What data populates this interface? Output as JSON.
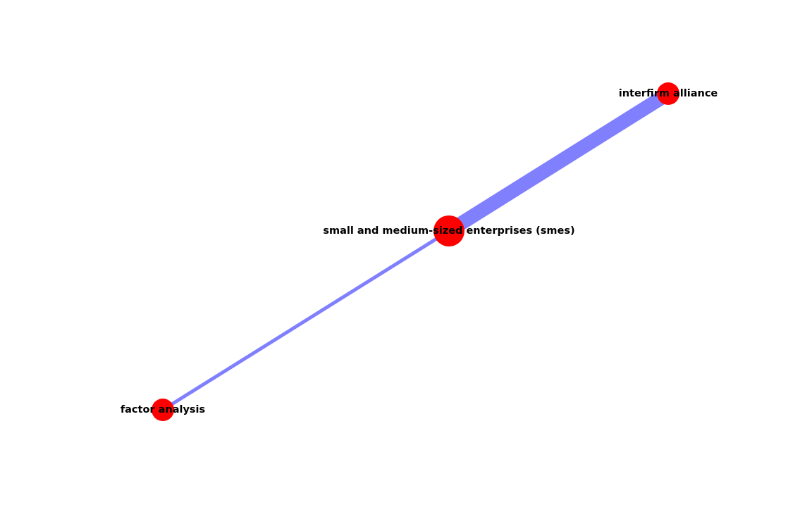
{
  "graph": {
    "nodes": [
      {
        "id": "smes",
        "label": "small and medium-sized enterprises (smes)",
        "color": "#ff0000",
        "size": "large"
      },
      {
        "id": "interfirm",
        "label": "interfirm alliance",
        "color": "#ff0000",
        "size": "medium"
      },
      {
        "id": "factor",
        "label": "factor analysis",
        "color": "#ff0000",
        "size": "medium"
      }
    ],
    "edges": [
      {
        "source": "smes",
        "target": "interfirm",
        "weight": "heavy",
        "color": "#8080ff"
      },
      {
        "source": "smes",
        "target": "factor",
        "weight": "light",
        "color": "#8080ff"
      }
    ]
  }
}
